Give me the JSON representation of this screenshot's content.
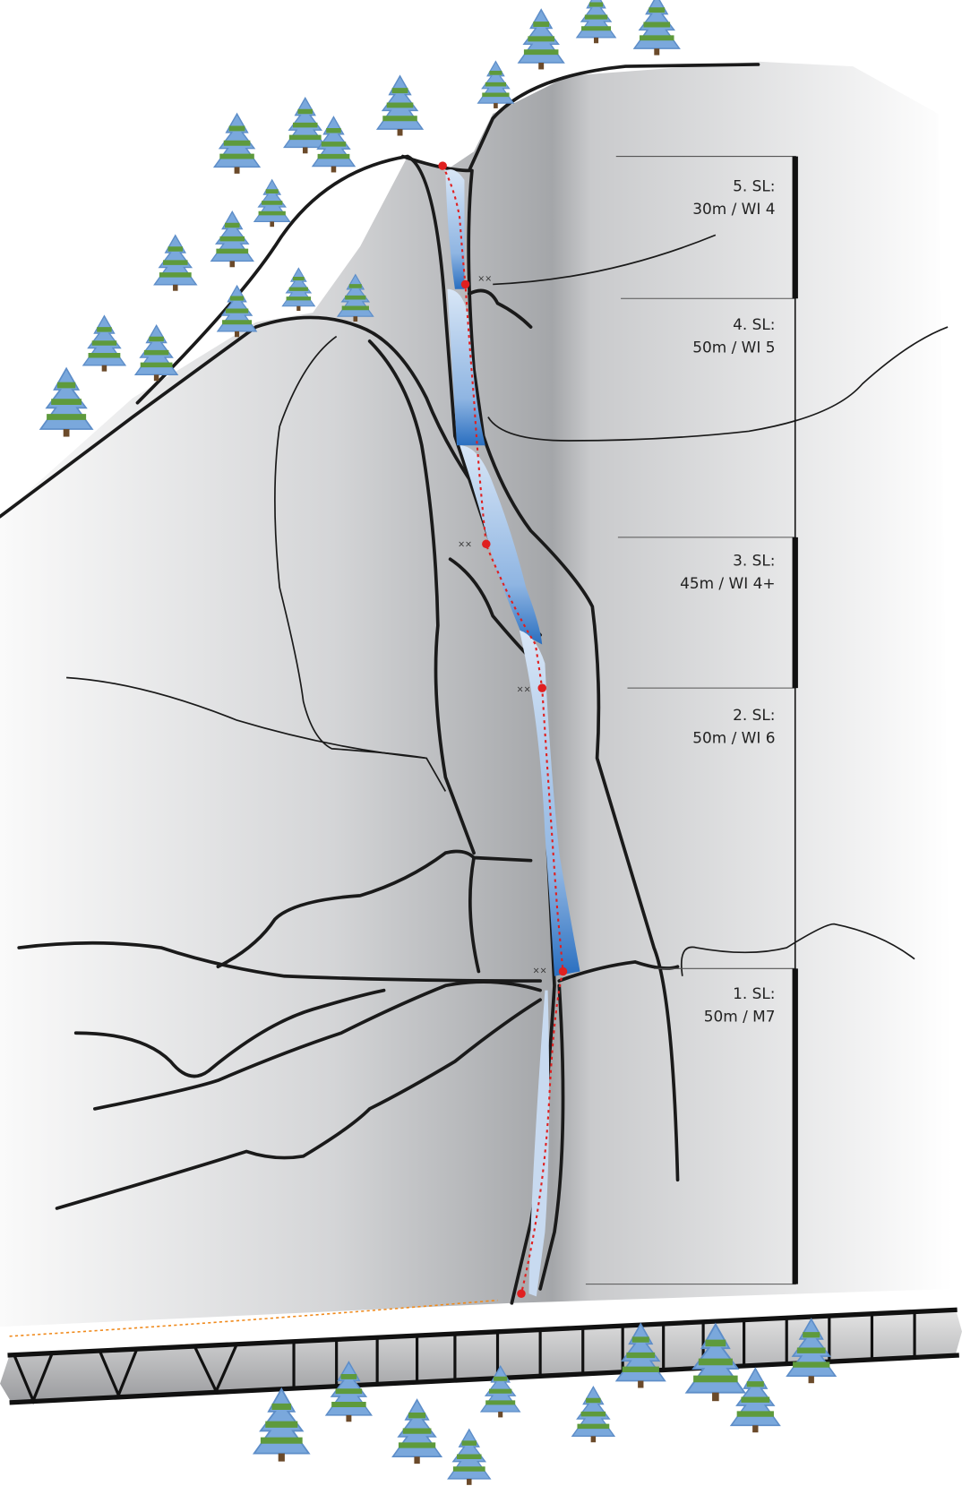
{
  "pitches": [
    {
      "name": "5. SL:",
      "info": "30m / WI 4"
    },
    {
      "name": "4. SL:",
      "info": "50m / WI 5"
    },
    {
      "name": "3. SL:",
      "info": "45m / WI 4+"
    },
    {
      "name": "2. SL:",
      "info": "50m / WI 6"
    },
    {
      "name": "1. SL:",
      "info": "50m / M7"
    }
  ],
  "bolt_marker": "××",
  "colors": {
    "route": "#e02020",
    "ice": "#3a7fc8",
    "approach": "#f08a1c",
    "tree_blue": "#7aa8dc",
    "tree_green": "#5e9a3c"
  }
}
